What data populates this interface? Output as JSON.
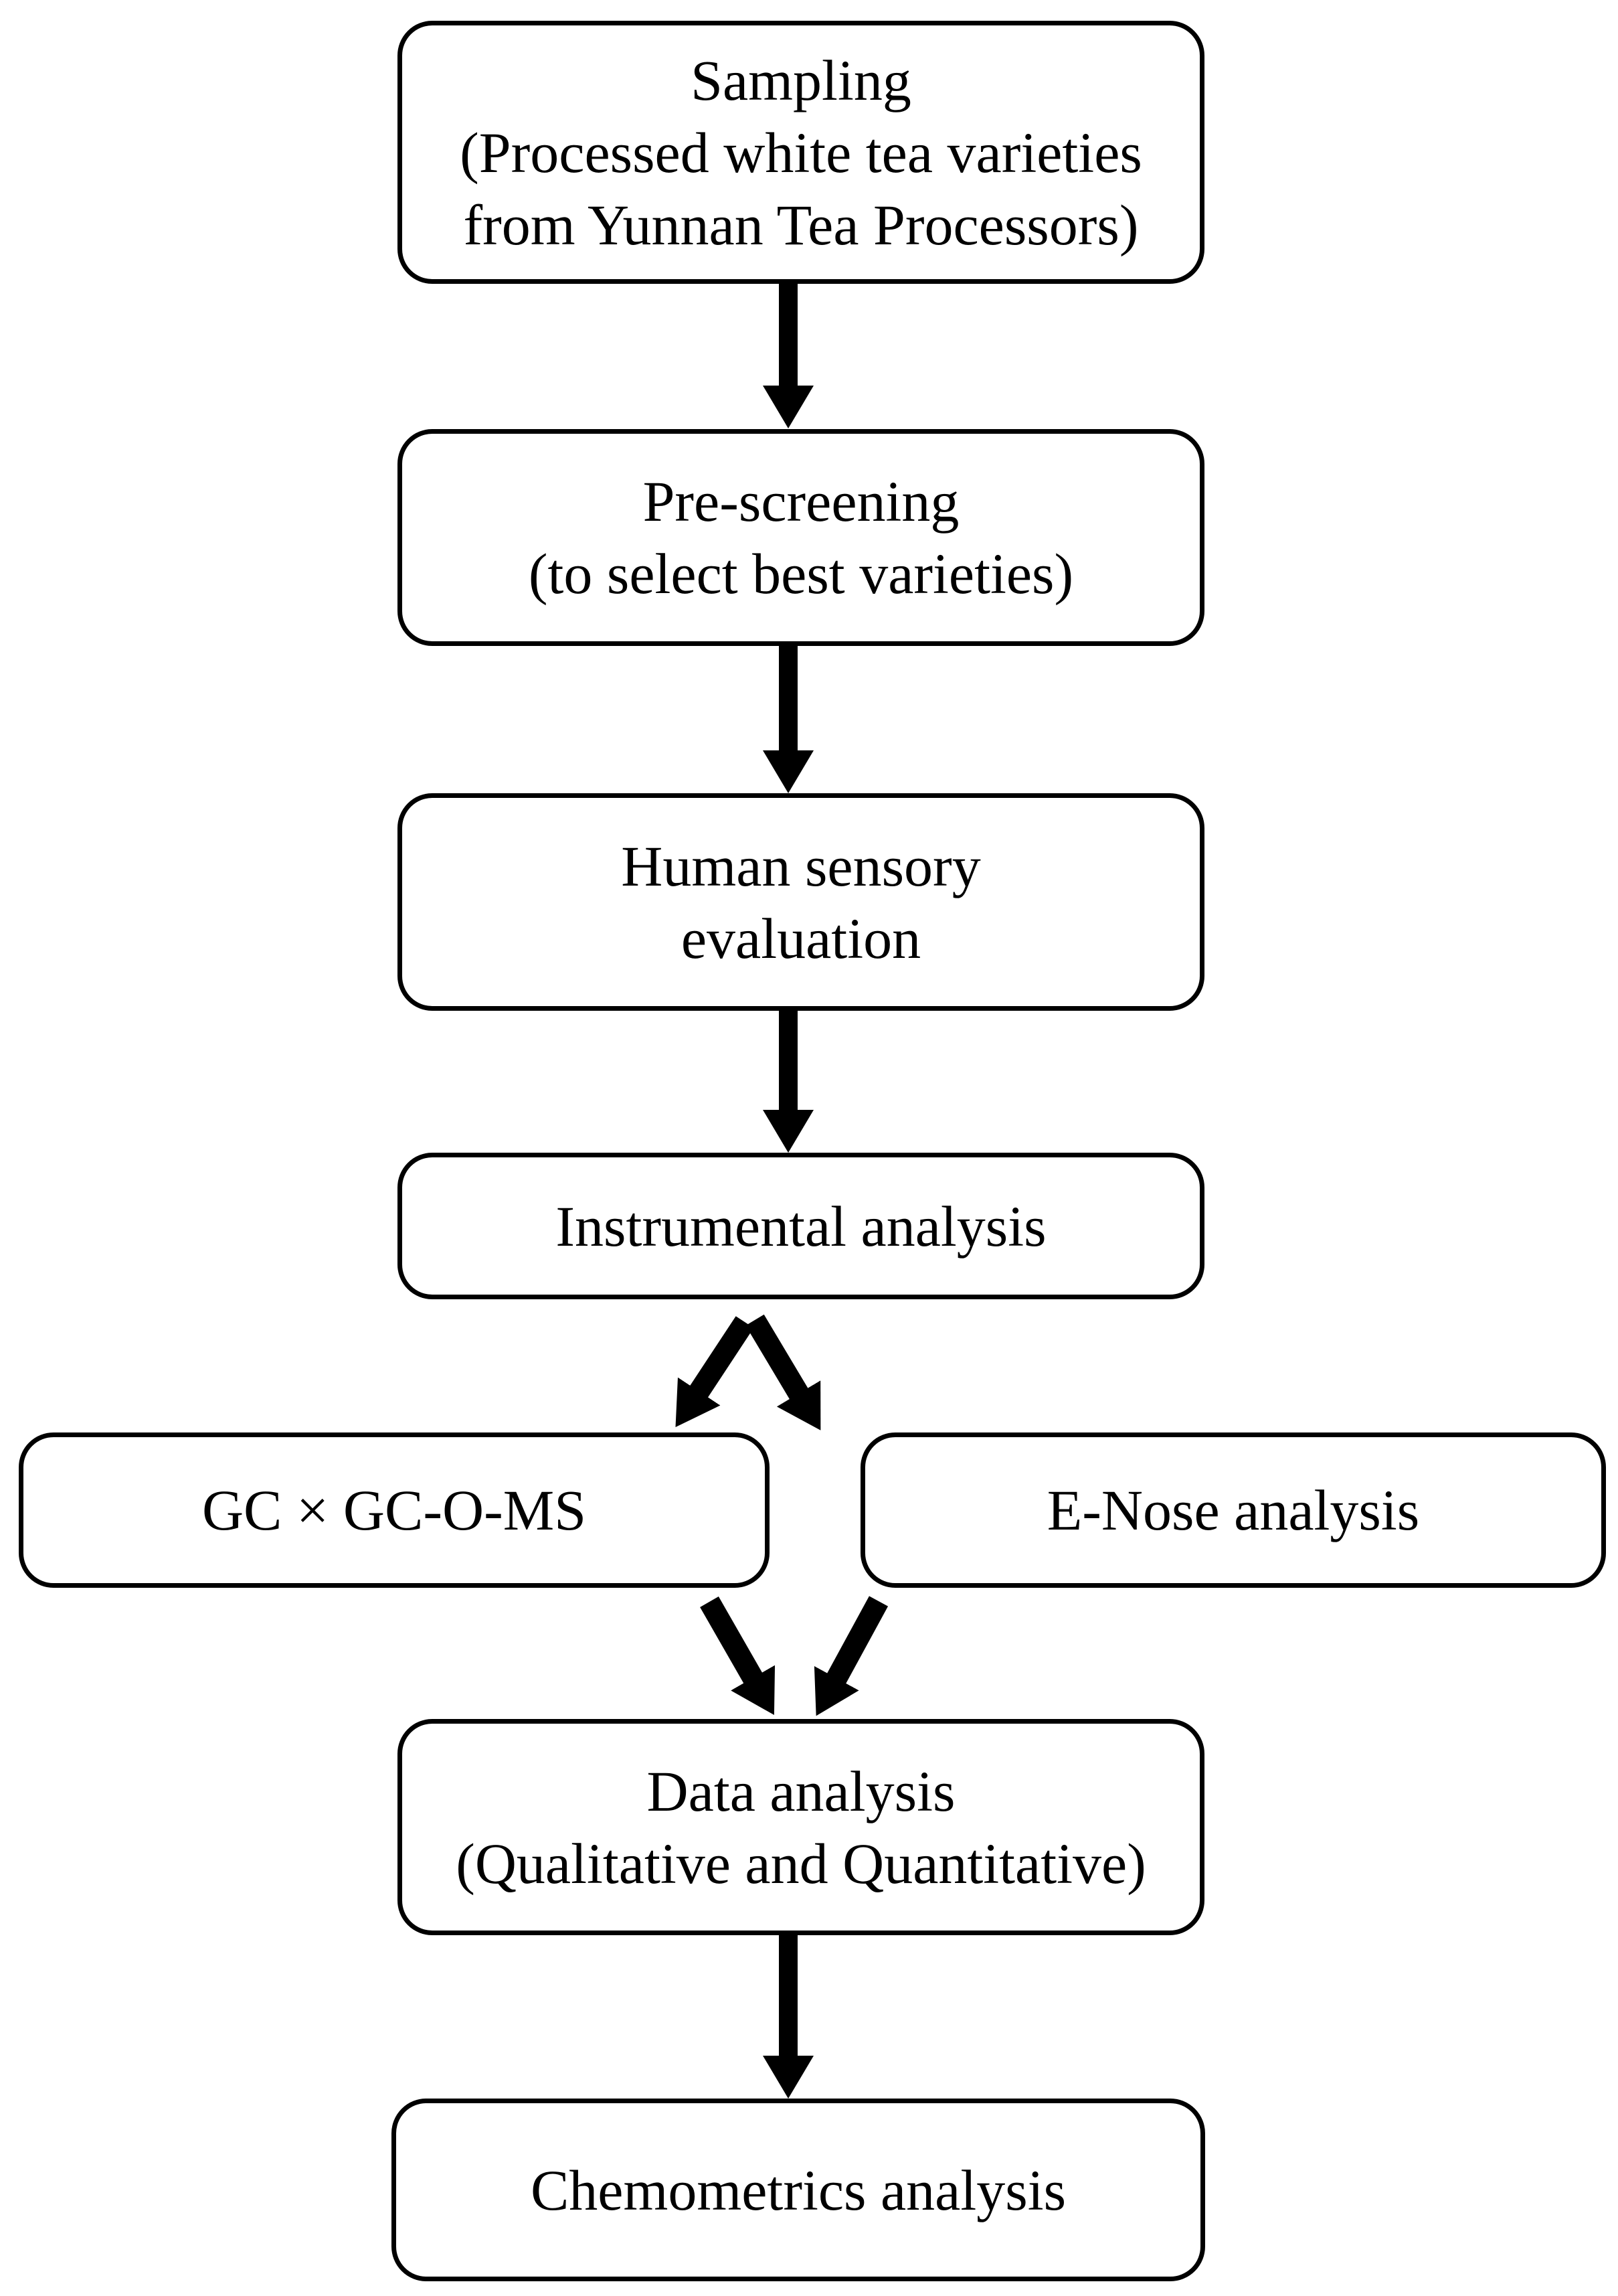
{
  "diagram": {
    "background_color": "#ffffff",
    "box_fill_color": "#ffffff",
    "box_border_color": "#000000",
    "arrow_color": "#000000",
    "nodes": [
      {
        "id": "sampling",
        "label": "Sampling\n(Processed white tea varieties\nfrom Yunnan Tea Processors)"
      },
      {
        "id": "pre-screening",
        "label": "Pre-screening\n(to select best varieties)"
      },
      {
        "id": "human-sensory-evaluation",
        "label": "Human sensory\nevaluation"
      },
      {
        "id": "instrumental-analysis",
        "label": "Instrumental analysis"
      },
      {
        "id": "gcxgc-o-ms",
        "label": "GC × GC-O-MS"
      },
      {
        "id": "e-nose-analysis",
        "label": "E-Nose analysis"
      },
      {
        "id": "data-analysis",
        "label": "Data analysis\n(Qualitative and Quantitative)"
      },
      {
        "id": "chemometrics-analysis",
        "label": "Chemometrics analysis"
      }
    ],
    "edges": [
      {
        "from": "sampling",
        "to": "pre-screening"
      },
      {
        "from": "pre-screening",
        "to": "human-sensory-evaluation"
      },
      {
        "from": "human-sensory-evaluation",
        "to": "instrumental-analysis"
      },
      {
        "from": "instrumental-analysis",
        "to": "gcxgc-o-ms"
      },
      {
        "from": "instrumental-analysis",
        "to": "e-nose-analysis"
      },
      {
        "from": "gcxgc-o-ms",
        "to": "data-analysis"
      },
      {
        "from": "e-nose-analysis",
        "to": "data-analysis"
      },
      {
        "from": "data-analysis",
        "to": "chemometrics-analysis"
      }
    ]
  }
}
